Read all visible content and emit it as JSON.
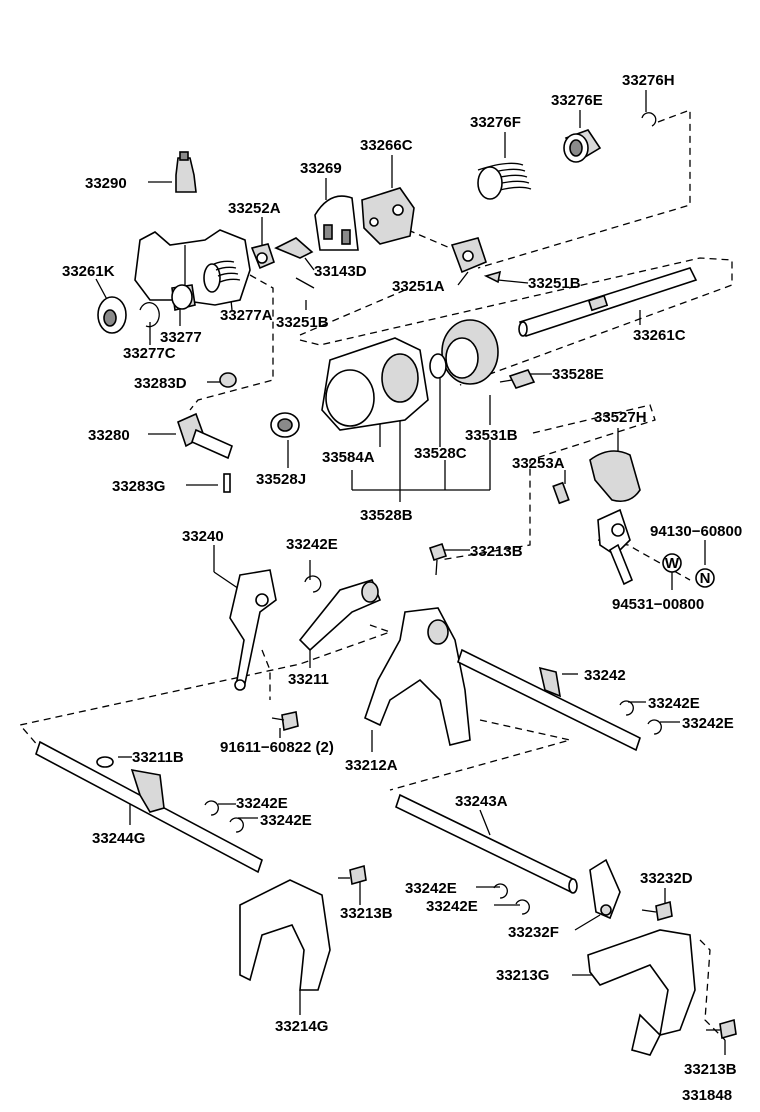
{
  "labels": {
    "p33276H": "33276H",
    "p33276E": "33276E",
    "p33276F": "33276F",
    "p33266C": "33266C",
    "p33269": "33269",
    "p33290": "33290",
    "p33252A": "33252A",
    "p33261K": "33261K",
    "p33143D": "33143D",
    "p33251A": "33251A",
    "p33251B_a": "33251B",
    "p33251B_b": "33251B",
    "p33277": "33277",
    "p33277A": "33277A",
    "p33277C": "33277C",
    "p33261C": "33261C",
    "p33283D": "33283D",
    "p33528E": "33528E",
    "p33280": "33280",
    "p33531B": "33531B",
    "p33527H": "33527H",
    "p33584A": "33584A",
    "p33528C": "33528C",
    "p33253A": "33253A",
    "p33283G": "33283G",
    "p33528J": "33528J",
    "p33528B": "33528B",
    "p94130": "94130−60800",
    "p33213B_a": "33213B",
    "p33240": "33240",
    "p33242E_a": "33242E",
    "p94531": "94531−00800",
    "p33211": "33211",
    "p33242": "33242",
    "p33242E_b": "33242E",
    "p33242E_c": "33242E",
    "p91611": "91611−60822 (2)",
    "p33212A": "33212A",
    "p33211B": "33211B",
    "p33242E_d": "33242E",
    "p33242E_e": "33242E",
    "p33244G": "33244G",
    "p33243A": "33243A",
    "p33232D": "33232D",
    "p33242E_f": "33242E",
    "p33242E_g": "33242E",
    "p33213B_b": "33213B",
    "p33232F": "33232F",
    "p33213G": "33213G",
    "p33214G": "33214G",
    "p33213B_c": "33213B",
    "ref": "331848",
    "markW": "W",
    "markN": "N"
  }
}
